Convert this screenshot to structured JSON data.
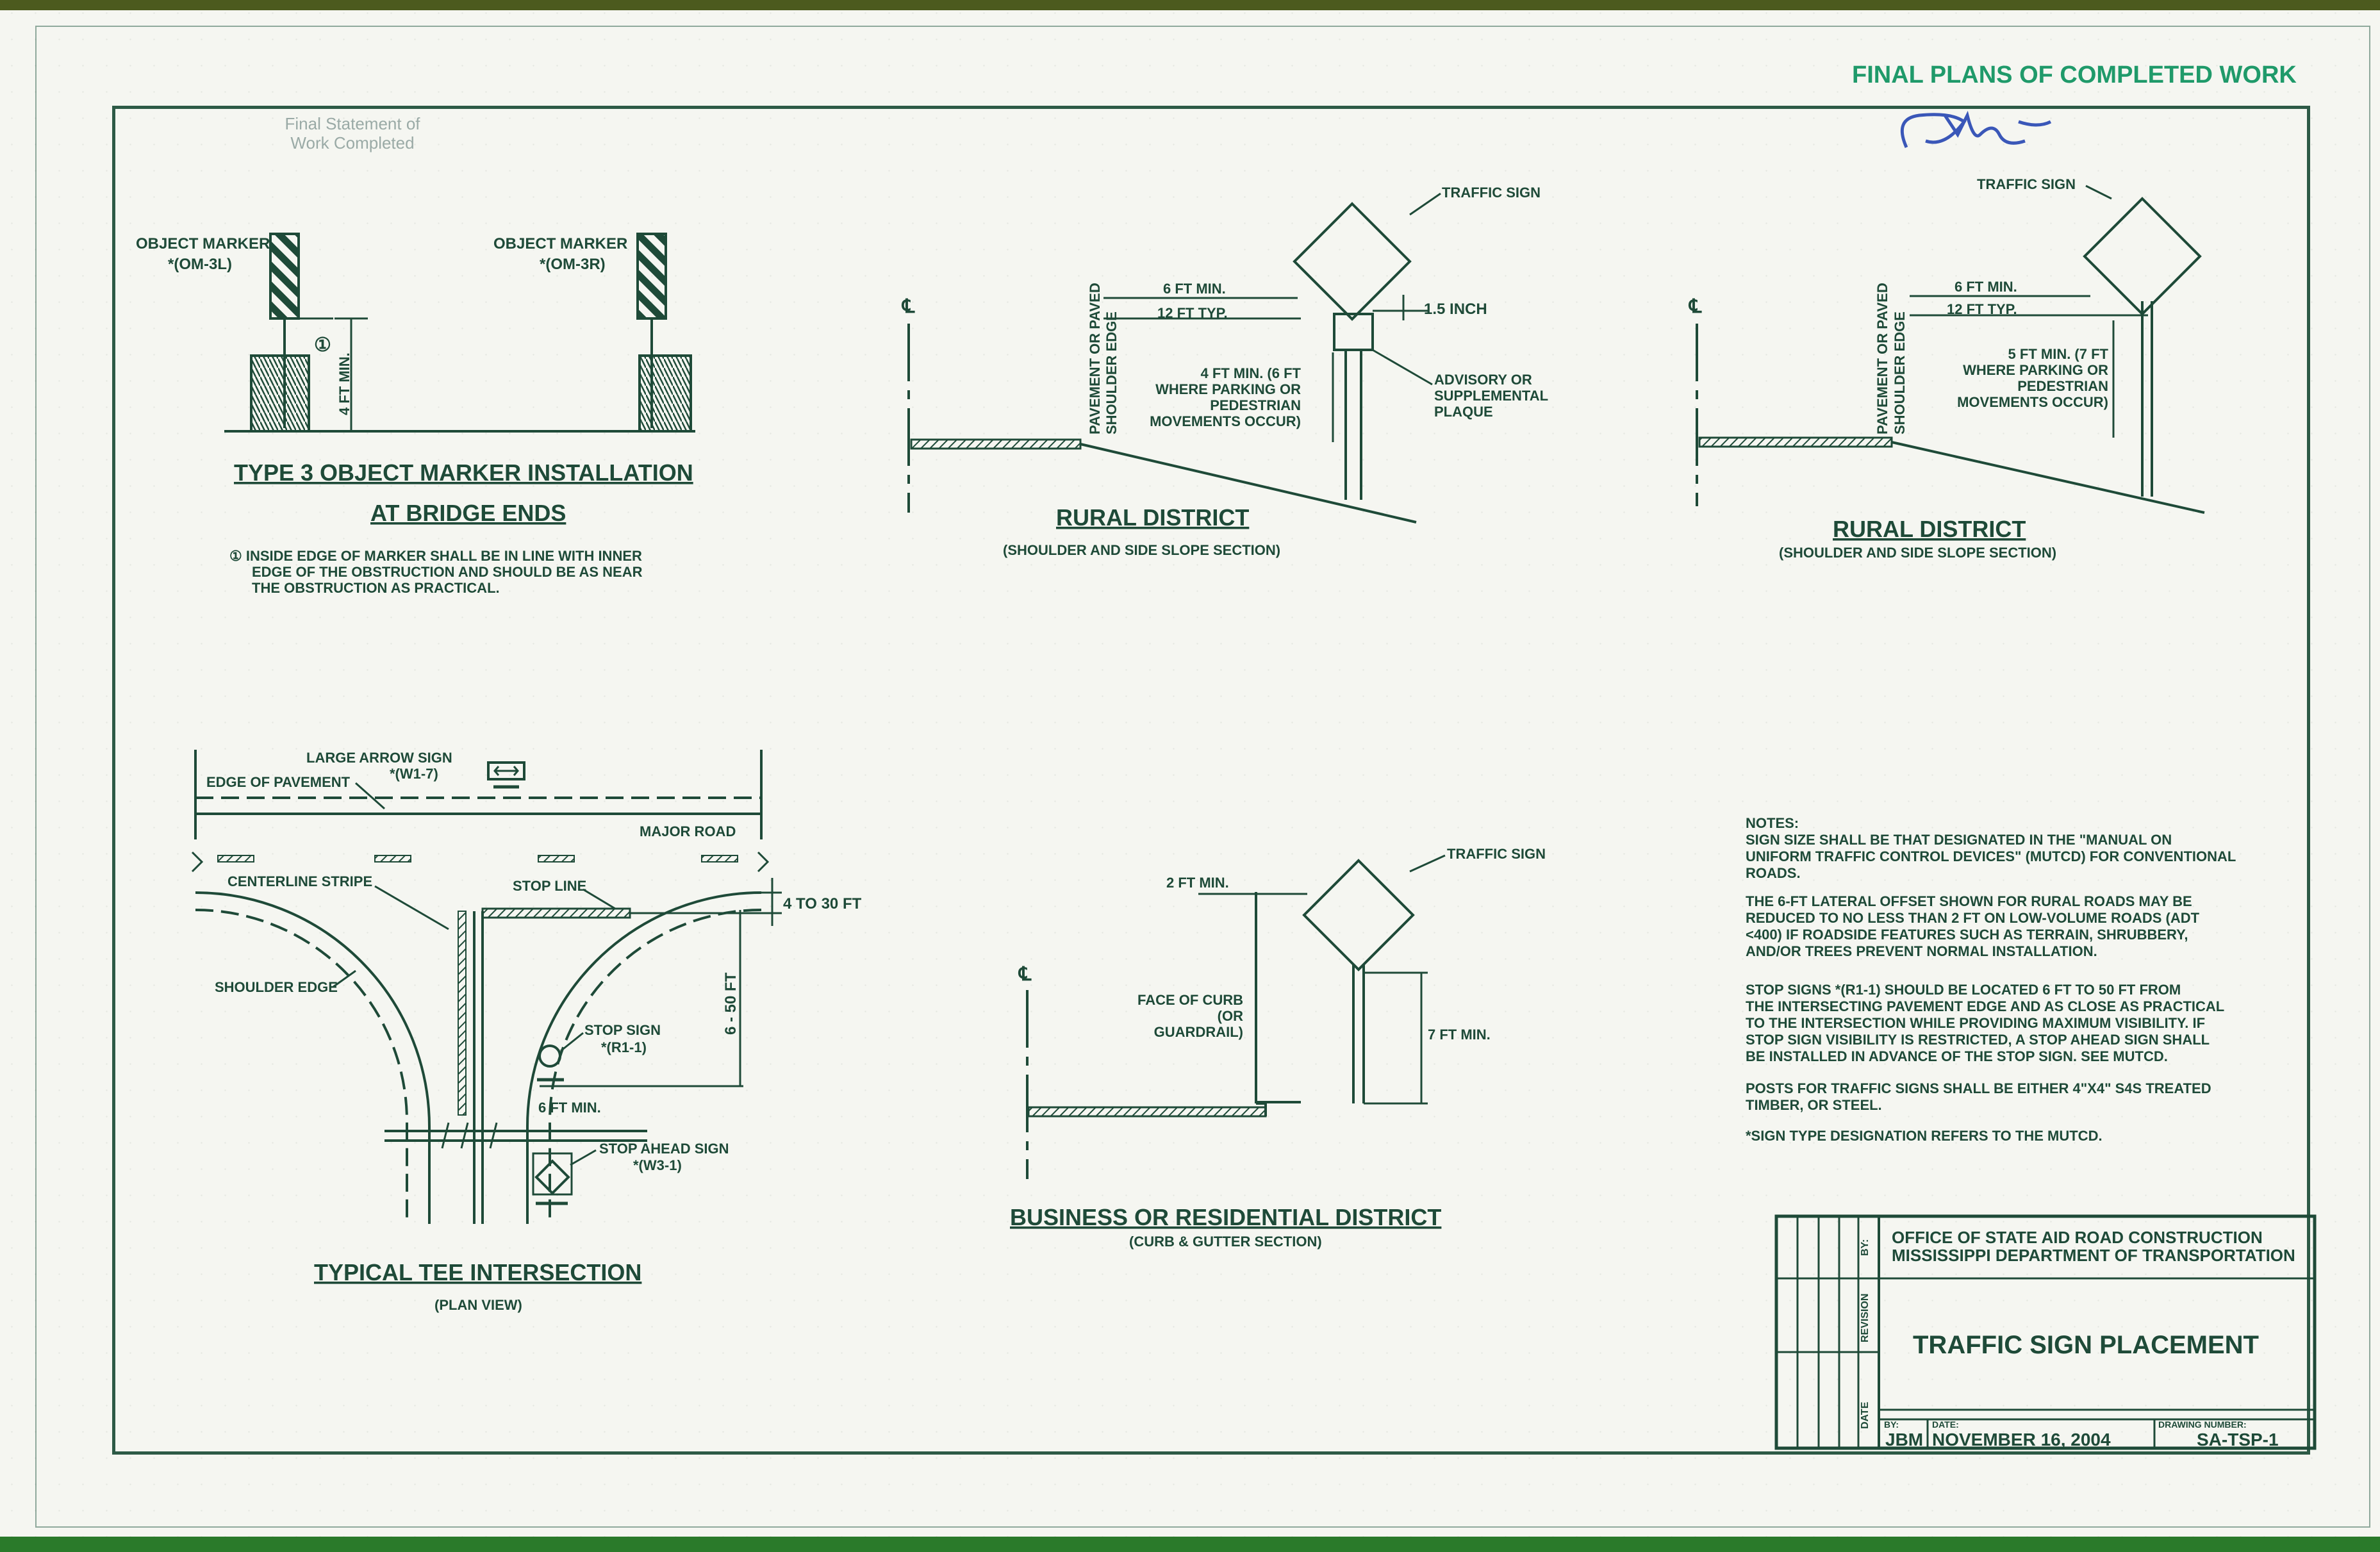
{
  "stamps": {
    "final_plans": "FINAL PLANS OF COMPLETED WORK",
    "final_statement": "Final Statement of Work Completed"
  },
  "bridge": {
    "label_left": "OBJECT MARKER",
    "code_left": "*(OM-3L)",
    "label_right": "OBJECT MARKER",
    "code_right": "*(OM-3R)",
    "callout": "①",
    "dim": "4 FT MIN.",
    "title_line1": "TYPE 3 OBJECT MARKER INSTALLATION",
    "title_line2": "AT BRIDGE ENDS",
    "note_line1": "① INSIDE EDGE OF MARKER SHALL BE IN LINE WITH INNER",
    "note_line2": "EDGE OF THE OBSTRUCTION AND SHOULD BE AS NEAR",
    "note_line3": "THE OBSTRUCTION AS PRACTICAL."
  },
  "rural1": {
    "cl": "℄",
    "pavement": "PAVEMENT OR PAVED",
    "shoulder": "SHOULDER EDGE",
    "dim_min": "6 FT MIN.",
    "dim_typ": "12 FT TYP.",
    "inch": "1.5 INCH",
    "traffic_sign": "TRAFFIC SIGN",
    "height_l1": "4 FT MIN. (6 FT",
    "height_l2": "WHERE PARKING OR",
    "height_l3": "PEDESTRIAN",
    "height_l4": "MOVEMENTS OCCUR)",
    "adv_l1": "ADVISORY OR",
    "adv_l2": "SUPPLEMENTAL",
    "adv_l3": "PLAQUE",
    "title": "RURAL DISTRICT",
    "subtitle": "(SHOULDER AND SIDE SLOPE SECTION)"
  },
  "rural2": {
    "cl": "℄",
    "pavement": "PAVEMENT OR PAVED",
    "shoulder": "SHOULDER EDGE",
    "dim_min": "6 FT MIN.",
    "dim_typ": "12 FT TYP.",
    "traffic_sign": "TRAFFIC SIGN",
    "height_l1": "5 FT MIN. (7 FT",
    "height_l2": "WHERE PARKING OR",
    "height_l3": "PEDESTRIAN",
    "height_l4": "MOVEMENTS OCCUR)",
    "title": "RURAL DISTRICT",
    "subtitle": "(SHOULDER AND SIDE SLOPE SECTION)"
  },
  "tee": {
    "arrow_sign": "LARGE ARROW SIGN",
    "arrow_code": "*(W1-7)",
    "edge_pavement": "EDGE OF PAVEMENT",
    "major_road": "MAJOR ROAD",
    "centerline": "CENTERLINE STRIPE",
    "stop_line": "STOP LINE",
    "dim_4_30": "4 TO 30 FT",
    "dim_6_50": "6 - 50 FT",
    "shoulder_edge": "SHOULDER EDGE",
    "stop_sign": "STOP SIGN",
    "stop_code": "*(R1-1)",
    "dim_6min": "6 FT MIN.",
    "stop_ahead": "STOP AHEAD SIGN",
    "stop_ahead_code": "*(W3-1)",
    "title": "TYPICAL TEE INTERSECTION",
    "subtitle": "(PLAN VIEW)"
  },
  "business": {
    "cl": "℄",
    "traffic_sign": "TRAFFIC SIGN",
    "dim_2": "2 FT MIN.",
    "face_l1": "FACE OF CURB",
    "face_l2": "(OR",
    "face_l3": "GUARDRAIL)",
    "dim_7": "7 FT MIN.",
    "title": "BUSINESS OR RESIDENTIAL DISTRICT",
    "subtitle": "(CURB & GUTTER SECTION)"
  },
  "notes": {
    "heading": "NOTES:",
    "lines": [
      "SIGN SIZE SHALL BE THAT DESIGNATED IN THE \"MANUAL ON",
      "UNIFORM TRAFFIC CONTROL DEVICES\" (MUTCD) FOR CONVENTIONAL",
      "ROADS.",
      "",
      "THE 6-FT LATERAL OFFSET SHOWN FOR RURAL ROADS MAY BE",
      "REDUCED TO NO LESS THAN 2 FT ON LOW-VOLUME ROADS (ADT",
      "<400) IF ROADSIDE FEATURES SUCH AS TERRAIN, SHRUBBERY,",
      "AND/OR TREES PREVENT NORMAL INSTALLATION.",
      "",
      "STOP SIGNS *(R1-1) SHOULD BE LOCATED 6 FT TO 50 FT FROM",
      "THE INTERSECTING PAVEMENT EDGE AND AS CLOSE AS PRACTICAL",
      "TO THE INTERSECTION WHILE PROVIDING MAXIMUM VISIBILITY. IF",
      "STOP SIGN VISIBILITY IS RESTRICTED, A STOP AHEAD SIGN SHALL",
      "BE INSTALLED IN ADVANCE OF THE STOP SIGN. SEE MUTCD.",
      "",
      "POSTS FOR TRAFFIC SIGNS SHALL BE EITHER 4\"X4\" S4S TREATED",
      "TIMBER, OR STEEL.",
      "",
      "*SIGN TYPE DESIGNATION REFERS TO THE  MUTCD."
    ]
  },
  "title_block": {
    "office_l1": "OFFICE OF STATE AID ROAD CONSTRUCTION",
    "office_l2": "MISSISSIPPI DEPARTMENT OF TRANSPORTATION",
    "by_label": "BY:",
    "revision_label": "REVISION",
    "date_label": "DATE",
    "title": "TRAFFIC SIGN PLACEMENT",
    "by_field": "BY:",
    "by_value": "JBM",
    "date_field": "DATE:",
    "date_value": "NOVEMBER 16, 2004",
    "drawing_field": "DRAWING NUMBER:",
    "drawing_value": "SA-TSP-1"
  }
}
